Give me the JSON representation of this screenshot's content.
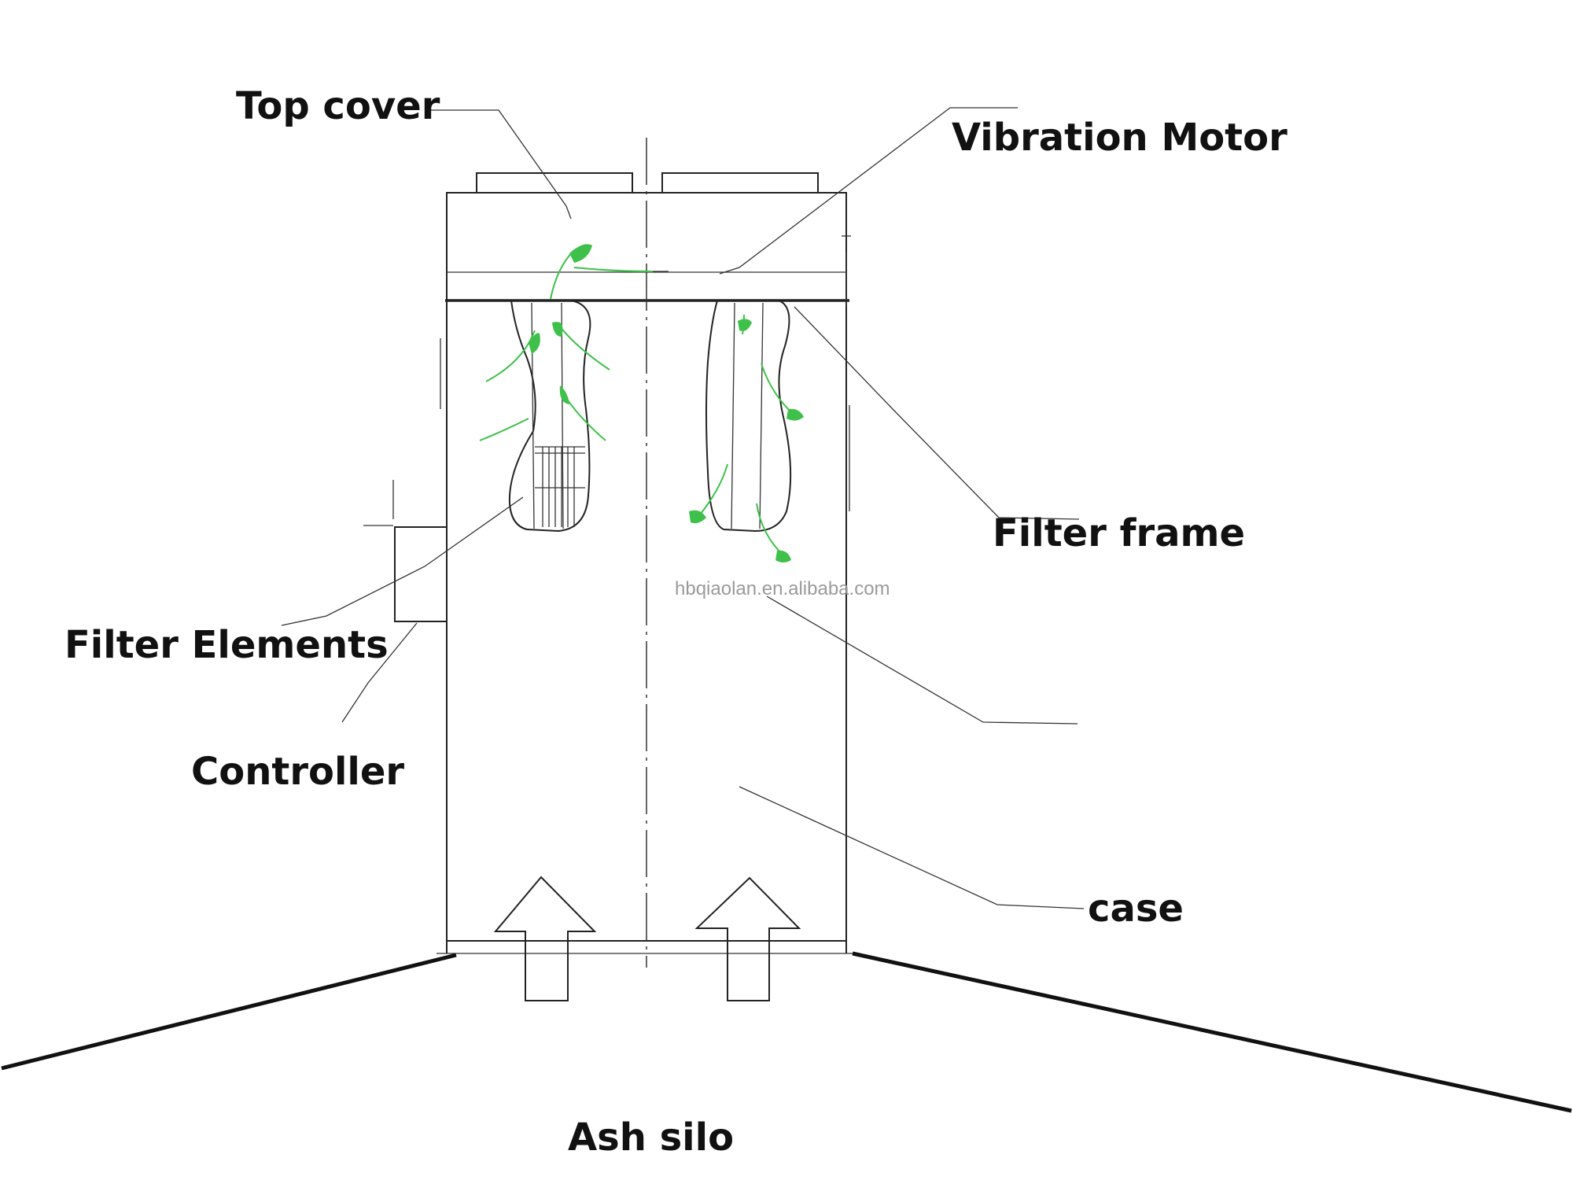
{
  "labels": {
    "top_cover": "Top cover",
    "vibration_motor": "Vibration Motor",
    "filter_frame": "Filter frame",
    "filter_elements": "Filter Elements",
    "controller": "Controller",
    "case": "case",
    "ash_silo": "Ash silo"
  },
  "watermark": "hbqiaolan.en.alibaba.com",
  "colors": {
    "line": "#222222",
    "airflow_arrow": "#3fc04a",
    "label_text": "#111111",
    "watermark": "#9a9a9a"
  },
  "icons": {
    "inlet_arrow": "up-arrow-outline",
    "airflow_arrow": "green-leaf-arrow"
  }
}
